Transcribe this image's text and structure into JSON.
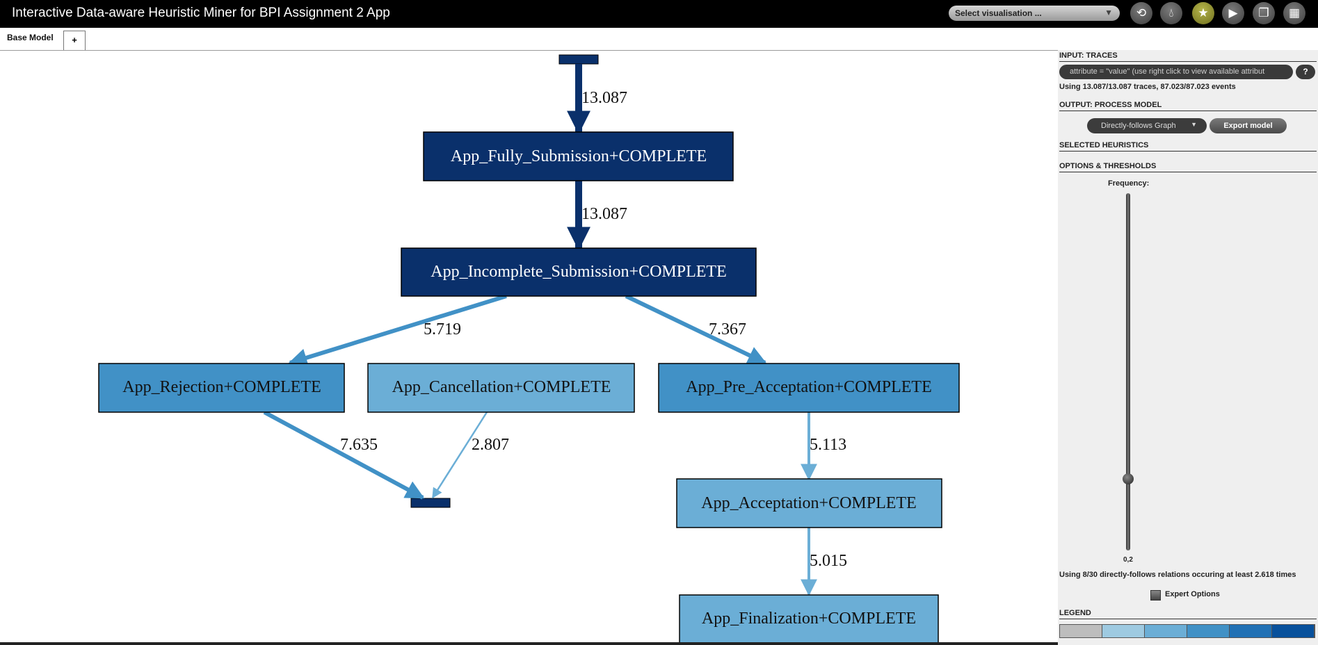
{
  "header": {
    "title": "Interactive Data-aware Heuristic Miner for BPI Assignment 2 App",
    "vis_select": "Select visualisation ...",
    "toolbar_icons": [
      "refresh-icon",
      "drop-icon",
      "star-icon",
      "play-icon",
      "copy-icon",
      "grid-icon"
    ]
  },
  "tabs": {
    "base": "Base Model",
    "add": "+"
  },
  "graph": {
    "nodes": [
      {
        "label": "App_Fully_Submission+COMPLETE",
        "color": "#0a306b",
        "text_color": "#ffffff"
      },
      {
        "label": "App_Incomplete_Submission+COMPLETE",
        "color": "#0a306b",
        "text_color": "#ffffff"
      },
      {
        "label": "App_Rejection+COMPLETE",
        "color": "#4191c6",
        "text_color": "#111111"
      },
      {
        "label": "App_Cancellation+COMPLETE",
        "color": "#6baed6",
        "text_color": "#111111"
      },
      {
        "label": "App_Pre_Acceptation+COMPLETE",
        "color": "#4191c6",
        "text_color": "#111111"
      },
      {
        "label": "App_Acceptation+COMPLETE",
        "color": "#6baed6",
        "text_color": "#111111"
      },
      {
        "label": "App_Finalization+COMPLETE",
        "color": "#6baed6",
        "text_color": "#111111"
      }
    ],
    "edge_labels": [
      "13.087",
      "13.087",
      "5.719",
      "7.367",
      "7.635",
      "2.807",
      "5.113",
      "5.015"
    ]
  },
  "panel": {
    "input_title": "INPUT: TRACES",
    "filter_placeholder": "attribute = \"value\" (use right click to view available attribut",
    "help": "?",
    "traces_info": "Using 13.087/13.087 traces, 87.023/87.023 events",
    "output_title": "OUTPUT: PROCESS MODEL",
    "model_type": "Directly-follows Graph",
    "export": "Export model",
    "heuristics_title": "SELECTED HEURISTICS",
    "options_title": "OPTIONS & THRESHOLDS",
    "frequency_label": "Frequency:",
    "slider_value": "0,2",
    "slider_level": 0.2,
    "relations_info": "Using 8/30 directly-follows relations occuring at least 2.618 times",
    "expert": "Expert Options",
    "legend_title": "LEGEND",
    "legend_colors": [
      "#bdbdbd",
      "#9ecae1",
      "#6baed6",
      "#4191c6",
      "#2171b5",
      "#08519c"
    ]
  }
}
